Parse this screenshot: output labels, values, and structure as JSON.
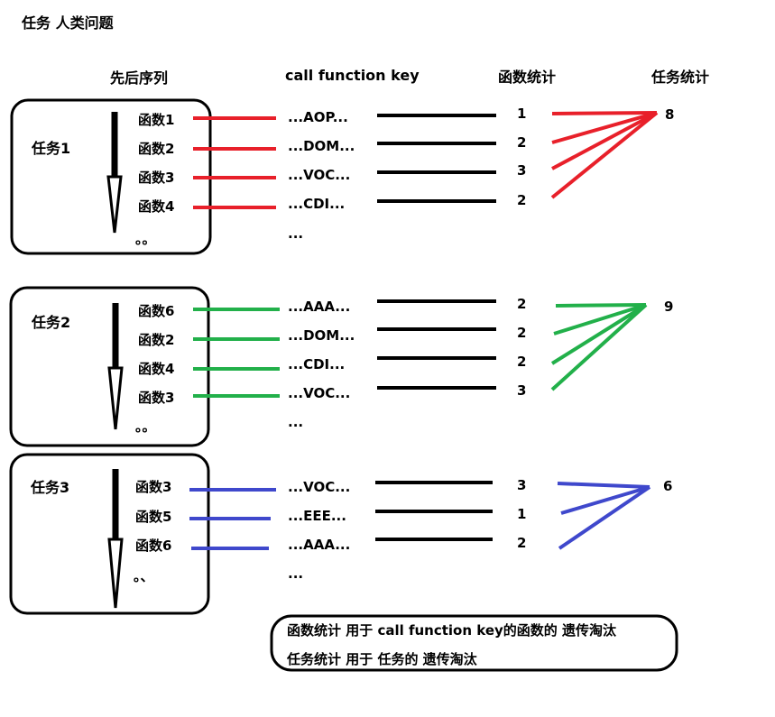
{
  "title": "任务 人类问题",
  "headers": {
    "sequence": "先后序列",
    "key": "call function key",
    "func_stat": "函数统计",
    "task_stat": "任务统计"
  },
  "tasks": [
    {
      "name": "任务1",
      "color": "#e8202a",
      "total": "8",
      "rows": [
        {
          "func": "函数1",
          "key": "...AOP...",
          "count": "1"
        },
        {
          "func": "函数2",
          "key": "...DOM...",
          "count": "2"
        },
        {
          "func": "函数3",
          "key": "...VOC...",
          "count": "3"
        },
        {
          "func": "函数4",
          "key": "...CDI...",
          "count": "2"
        }
      ],
      "func_ellipsis": "。。",
      "key_ellipsis": "..."
    },
    {
      "name": "任务2",
      "color": "#22b04a",
      "total": "9",
      "rows": [
        {
          "func": "函数6",
          "key": "...AAA...",
          "count": "2"
        },
        {
          "func": "函数2",
          "key": "...DOM...",
          "count": "2"
        },
        {
          "func": "函数4",
          "key": "...CDI...",
          "count": "2"
        },
        {
          "func": "函数3",
          "key": "...VOC...",
          "count": "3"
        }
      ],
      "func_ellipsis": "。。",
      "key_ellipsis": "..."
    },
    {
      "name": "任务3",
      "color": "#3f48cc",
      "total": "6",
      "rows": [
        {
          "func": "函数3",
          "key": "...VOC...",
          "count": "3"
        },
        {
          "func": "函数5",
          "key": "...EEE...",
          "count": "1"
        },
        {
          "func": "函数6",
          "key": "...AAA...",
          "count": "2"
        }
      ],
      "func_ellipsis": "。、",
      "key_ellipsis": "..."
    }
  ],
  "notes": [
    "函数统计 用于 call function key的函数的 遗传淘汰",
    "任务统计 用于 任务的 遗传淘汰"
  ]
}
